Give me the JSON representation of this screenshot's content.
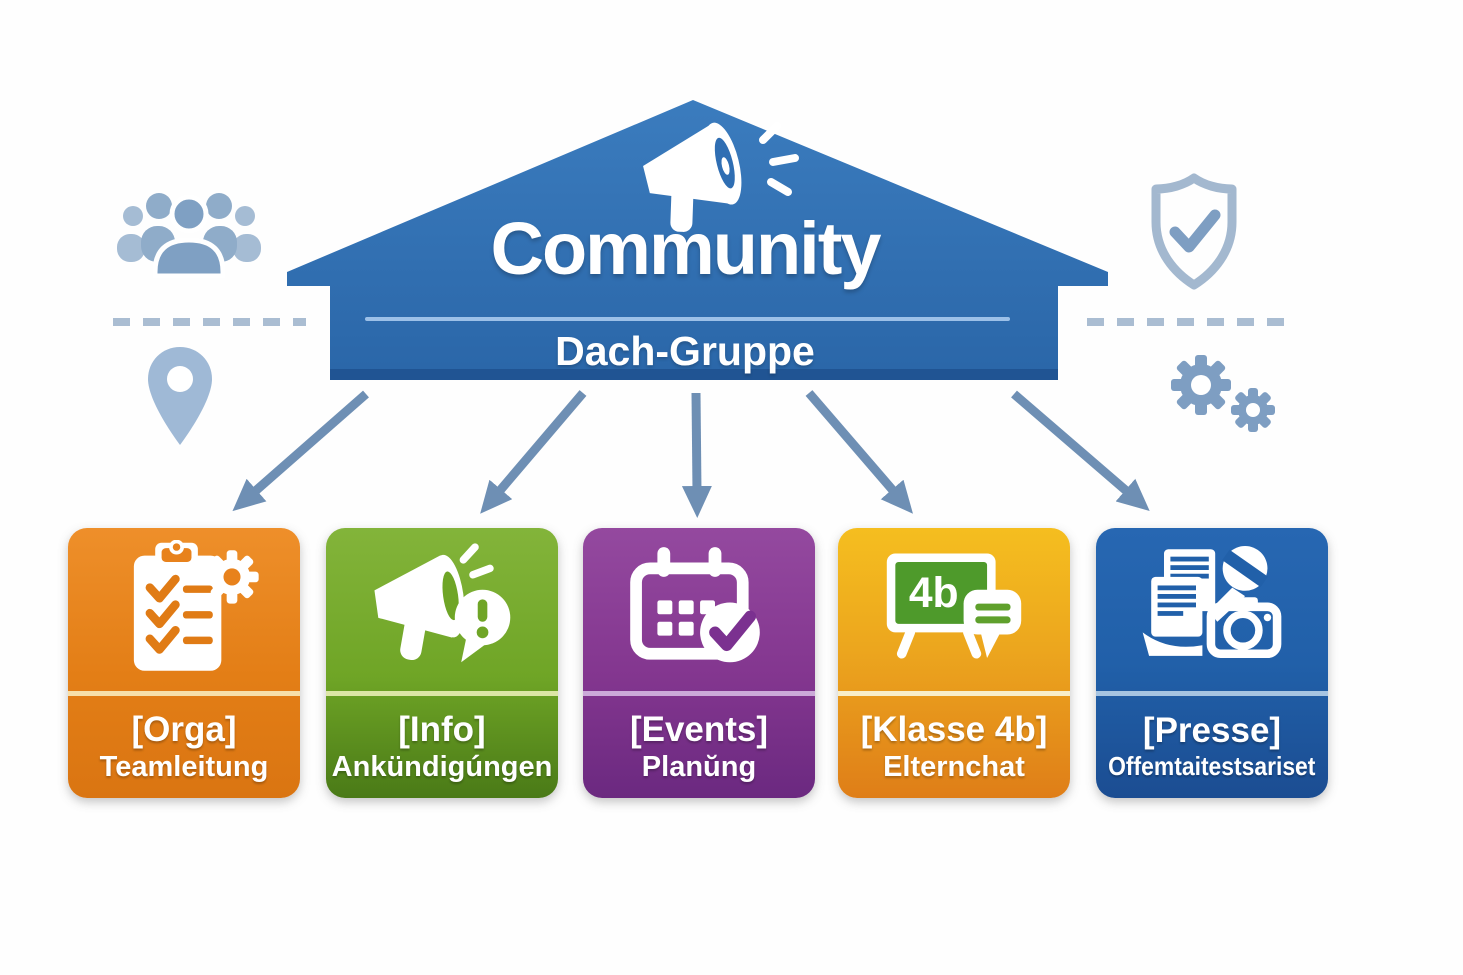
{
  "root_group": {
    "title": "Community",
    "subtitle": "Dach-Gruppe",
    "icon": "megaphone-icon",
    "color": "#2F6EB3"
  },
  "decorations": {
    "left_icons": [
      {
        "name": "people-group-icon",
        "color": "#8BA9C7"
      },
      {
        "name": "location-pin-icon",
        "color": "#9FB9D6"
      }
    ],
    "right_icons": [
      {
        "name": "shield-check-icon",
        "color": "#A3B8CF"
      },
      {
        "name": "gears-icon",
        "color": "#7E9EC2"
      }
    ],
    "dash_line_color": "#AABDD2"
  },
  "connector": {
    "count": 5,
    "color": "#6E8FB4"
  },
  "groups": [
    {
      "tag": "[Orga]",
      "name": "Teamleitung",
      "icon": "clipboard-checklist-gear-icon",
      "color": "#E8821C",
      "divider_color": "#F7DFA9"
    },
    {
      "tag": "[Info]",
      "name": "Ankündigúngen",
      "icon": "megaphone-alert-icon",
      "color": "#6FA526",
      "divider_color": "#DCE6A6"
    },
    {
      "tag": "[Events]",
      "name": "Planŭng",
      "icon": "calendar-check-icon",
      "color": "#83368F",
      "divider_color": "#CBAAD8"
    },
    {
      "tag": "[Klasse 4b]",
      "name": "Elternchat",
      "icon": "chalkboard-chat-icon",
      "board_label": "4b",
      "color": "#ECA61E",
      "divider_color": "#F8EEC9"
    },
    {
      "tag": "[Presse]",
      "name": "Offemtaitestsariset",
      "icon": "press-media-icon",
      "color": "#2160A9",
      "divider_color": "#A6C4E2"
    }
  ]
}
